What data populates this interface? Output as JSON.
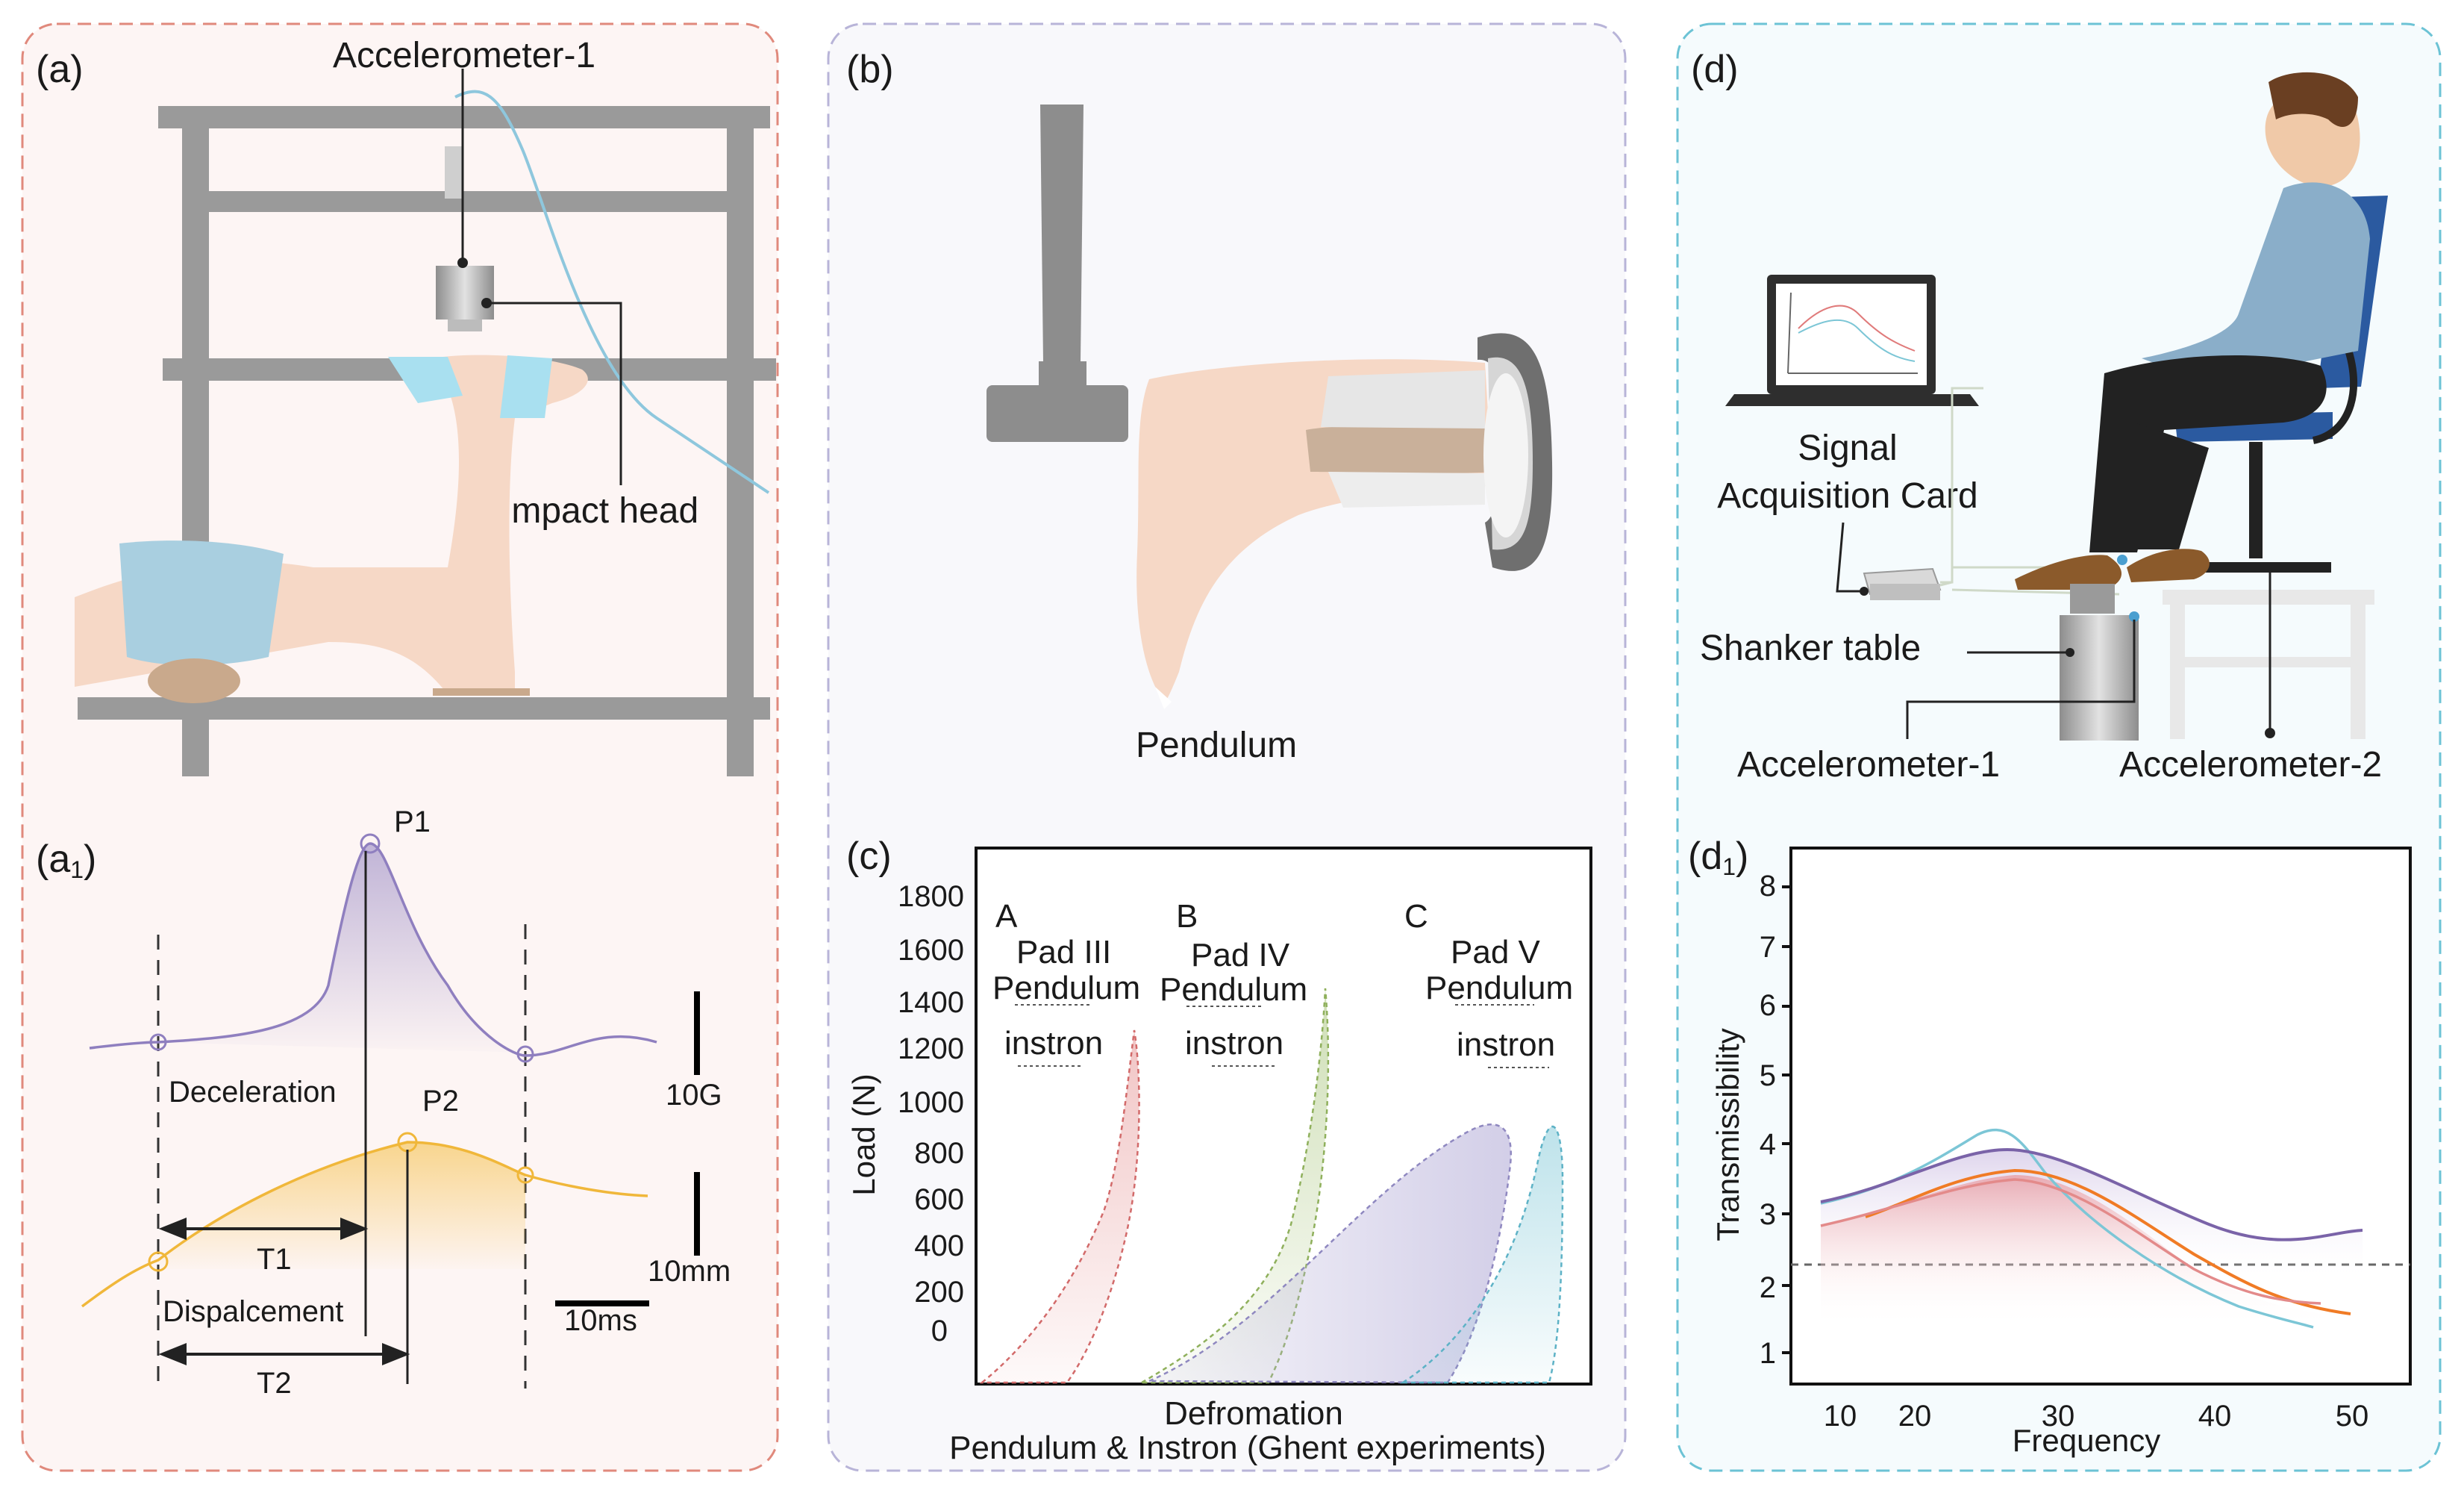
{
  "panels": {
    "a": {
      "tag": "(a)",
      "accelerometer_label": "Accelerometer-1",
      "impact_head_label": "Impact head"
    },
    "a1": {
      "tag": "(a",
      "tag_sub": "1",
      "tag_close": ")",
      "p1": "P1",
      "p2": "P2",
      "deceleration": "Deceleration",
      "displacement": "Dispalcement",
      "t1": "T1",
      "t2": "T2",
      "scale_g": "10G",
      "scale_mm": "10mm",
      "scale_ms": "10ms"
    },
    "b": {
      "tag": "(b)",
      "pendulum_label": "Pendulum"
    },
    "c": {
      "tag": "(c)",
      "ylabel": "Load (N)",
      "xlabel": "Defromation",
      "caption": "Pendulum & Instron (Ghent experiments)",
      "yticks": [
        "1800",
        "1600",
        "1400",
        "1200",
        "1000",
        "800",
        "600",
        "400",
        "200",
        "0"
      ],
      "groups": [
        {
          "letter": "A",
          "pad": "Pad III",
          "method1": "Pendulum",
          "method2": "instron"
        },
        {
          "letter": "B",
          "pad": "Pad IV",
          "method1": "Pendulum",
          "method2": "instron"
        },
        {
          "letter": "C",
          "pad": "Pad V",
          "method1": "Pendulum",
          "method2": "instron"
        }
      ]
    },
    "d": {
      "tag": "(d)",
      "signal_card_line1": "Signal",
      "signal_card_line2": "Acquisition Card",
      "shanker_table": "Shanker table",
      "accelerometer_1": "Accelerometer-1",
      "accelerometer_2": "Accelerometer-2"
    },
    "d1": {
      "tag": "(d",
      "tag_sub": "1",
      "tag_close": ")",
      "ylabel": "Transmissibility",
      "xlabel": "Frequency",
      "yticks": [
        "8",
        "7",
        "6",
        "5",
        "4",
        "3",
        "2",
        "1"
      ],
      "xticks": [
        "10",
        "20",
        "30",
        "40",
        "50"
      ]
    }
  },
  "colors": {
    "panel_a_border": "#e0897c",
    "panel_b_border": "#b8b4d8",
    "panel_d_border": "#6cc3d5",
    "frame_gray": "#9a9a9a",
    "skin": "#f6d8c6",
    "shorts_blue": "#a9cfe0",
    "decel_purple": "#8f7fbf",
    "disp_yellow": "#f0b73a",
    "curve_red": "#e38a8a",
    "curve_green": "#a7c47a",
    "curve_purple": "#9a92c8",
    "curve_cyan": "#7cc6d6",
    "trans_purple": "#7a63a8",
    "trans_orange": "#f07b25",
    "trans_cyan": "#7cc6d6"
  }
}
